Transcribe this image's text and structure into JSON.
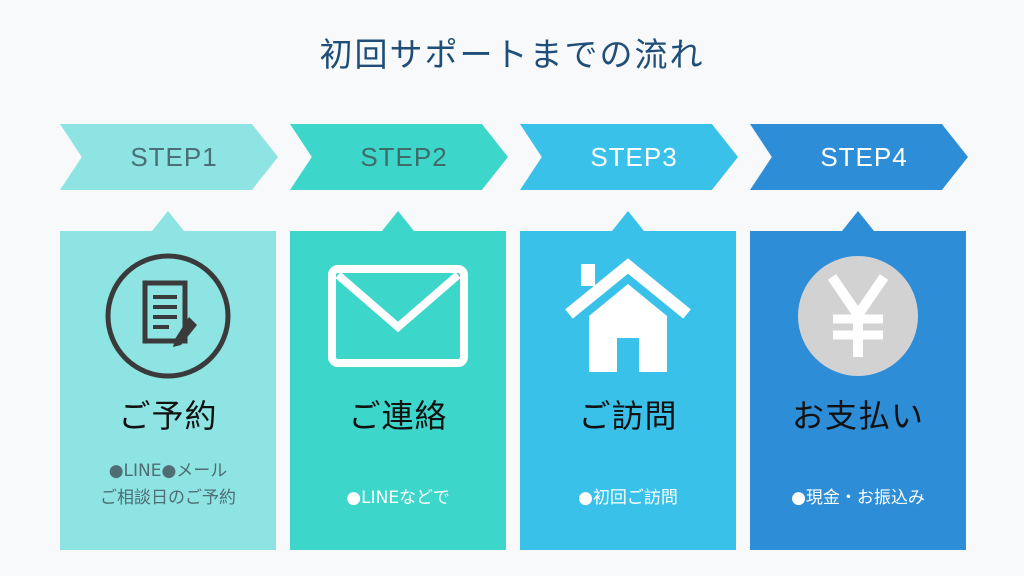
{
  "title": "初回サポートまでの流れ",
  "steps": [
    {
      "step_label": "STEP1",
      "heading": "ご予約",
      "lines": [
        "●LINE●メール",
        "ご相談日のご予約"
      ],
      "icon": "document-pen-icon",
      "arrow_color": "#8de4e3",
      "card_color": "#8de4e3",
      "step_text_color": "#4b6f74",
      "desc_color": "#4f6d72"
    },
    {
      "step_label": "STEP2",
      "heading": "ご連絡",
      "lines": [
        "●LINEなどで"
      ],
      "icon": "envelope-icon",
      "arrow_color": "#3dd6cb",
      "card_color": "#3dd6cb",
      "step_text_color": "#3f6c6a",
      "desc_color": "#ffffff"
    },
    {
      "step_label": "STEP3",
      "heading": "ご訪問",
      "lines": [
        "●初回ご訪問"
      ],
      "icon": "house-icon",
      "arrow_color": "#39c1ea",
      "card_color": "#39c1ea",
      "step_text_color": "#ffffff",
      "desc_color": "#ffffff"
    },
    {
      "step_label": "STEP4",
      "heading": "お支払い",
      "lines": [
        "●現金・お振込み"
      ],
      "icon": "yen-coin-icon",
      "arrow_color": "#2d8dd6",
      "card_color": "#2d8dd6",
      "step_text_color": "#ffffff",
      "desc_color": "#ffffff"
    }
  ]
}
